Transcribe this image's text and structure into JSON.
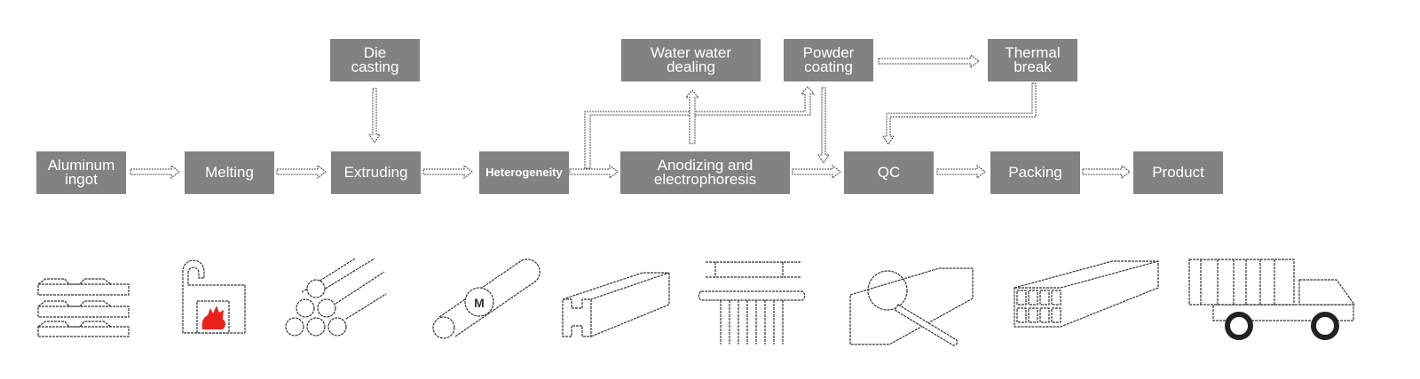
{
  "diagram": {
    "title": "Aluminum profile production process",
    "main_flow": [
      {
        "id": "aluminum-ingot",
        "label": "Aluminum\ningot"
      },
      {
        "id": "melting",
        "label": "Melting"
      },
      {
        "id": "extruding",
        "label": "Extruding"
      },
      {
        "id": "heterogeneity",
        "label": "Heterogeneity"
      },
      {
        "id": "anodizing",
        "label": "Anodizing and\nelectrophoresis"
      },
      {
        "id": "qc",
        "label": "QC"
      },
      {
        "id": "packing",
        "label": "Packing"
      },
      {
        "id": "product",
        "label": "Product"
      }
    ],
    "branches": [
      {
        "id": "die-casting",
        "label": "Die\ncasting"
      },
      {
        "id": "water-dealing",
        "label": "Water water\ndealing"
      },
      {
        "id": "powder-coating",
        "label": "Powder\ncoating"
      },
      {
        "id": "thermal-break",
        "label": "Thermal\nbreak"
      }
    ],
    "edges": [
      [
        "aluminum-ingot",
        "melting"
      ],
      [
        "melting",
        "extruding"
      ],
      [
        "die-casting",
        "extruding"
      ],
      [
        "extruding",
        "heterogeneity"
      ],
      [
        "heterogeneity",
        "anodizing"
      ],
      [
        "heterogeneity",
        "powder-coating"
      ],
      [
        "anodizing",
        "water-dealing"
      ],
      [
        "anodizing",
        "qc"
      ],
      [
        "powder-coating",
        "thermal-break"
      ],
      [
        "powder-coating",
        "qc"
      ],
      [
        "thermal-break",
        "qc"
      ],
      [
        "qc",
        "packing"
      ],
      [
        "packing",
        "product"
      ]
    ],
    "icons": [
      "ingot-stack-icon",
      "furnace-icon",
      "billet-pile-icon",
      "extrusion-die-icon",
      "h-profile-icon",
      "anodizing-rack-icon",
      "inspection-magnifier-icon",
      "packed-profiles-icon",
      "delivery-truck-icon"
    ],
    "colors": {
      "box": "#828282",
      "text": "#ffffff",
      "flame": "#e8221a",
      "line": "#444444"
    }
  }
}
